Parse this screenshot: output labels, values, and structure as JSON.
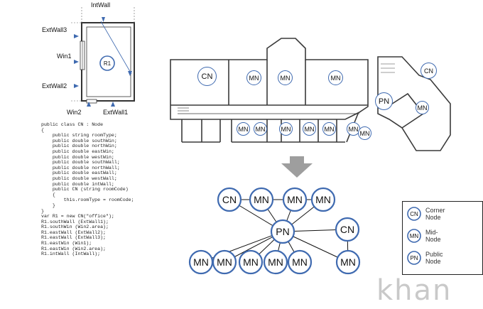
{
  "room_plan": {
    "labels": {
      "int_wall": "IntWall",
      "ext_wall3": "ExtWall3",
      "win1": "Win1",
      "ext_wall2": "ExtWall2",
      "win2": "Win2",
      "ext_wall1": "ExtWall1",
      "room": "R1"
    }
  },
  "code": {
    "lines": [
      "public class CN : Node",
      "{",
      "    public string roomType;",
      "",
      "    public double southWin;",
      "    public double northWin;",
      "    public double eastWin;",
      "    public double westWin;",
      "",
      "    public double southWall;",
      "    public double northWall;",
      "    public double eastWall;",
      "    public double westWall;",
      "",
      "    public double intWall;",
      "",
      "    public CN (string roomCode)",
      "    {",
      "        this.roomType = roomCode;",
      "    }",
      "}",
      "",
      "var R1 = new CN(\"office\");",
      "R1.southWall (ExtWall1);",
      "R1.southWin (Win2.area);",
      "R1.eastWall (ExtWall2);",
      "R1.eastWall (ExtWall3);",
      "R1.eastWin (Win1);",
      "R1.eastWin (Win2.area);",
      "R1.intWall (IntWall);"
    ]
  },
  "floor_plan": {
    "nodes": [
      {
        "label": "CN"
      },
      {
        "label": "MN"
      },
      {
        "label": "MN"
      },
      {
        "label": "MN"
      },
      {
        "label": "CN"
      },
      {
        "label": "PN"
      },
      {
        "label": "MN"
      },
      {
        "label": "MN"
      },
      {
        "label": "MN"
      },
      {
        "label": "MN"
      },
      {
        "label": "MN"
      },
      {
        "label": "MN"
      },
      {
        "label": "MN"
      },
      {
        "label": "MN"
      }
    ]
  },
  "graph": {
    "nodes": [
      {
        "label": "CN"
      },
      {
        "label": "MN"
      },
      {
        "label": "MN"
      },
      {
        "label": "MN"
      },
      {
        "label": "PN"
      },
      {
        "label": "CN"
      },
      {
        "label": "MN"
      },
      {
        "label": "MN"
      },
      {
        "label": "MN"
      },
      {
        "label": "MN"
      },
      {
        "label": "MN"
      },
      {
        "label": "MN"
      }
    ]
  },
  "legend": {
    "items": [
      {
        "symbol": "CN",
        "line1": "Corner",
        "line2": "Node"
      },
      {
        "symbol": "MN",
        "line1": "Mid-",
        "line2": "Node"
      },
      {
        "symbol": "PN",
        "line1": "Public",
        "line2": "Node"
      }
    ]
  },
  "watermark": {
    "text": "khan"
  },
  "colors": {
    "node_stroke": "#3f6ab0",
    "arrow": "#9e9e9e",
    "plan_line": "#3a3a3a"
  }
}
